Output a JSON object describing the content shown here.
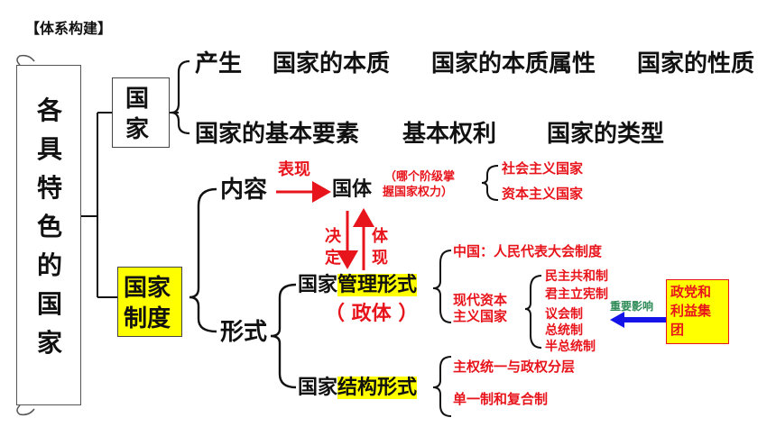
{
  "header": "【体系构建】",
  "scroll_chars": [
    "各",
    "具",
    "特",
    "色",
    "的",
    "国",
    "家"
  ],
  "guojia": {
    "box_chars": [
      "国",
      "家"
    ],
    "row1": [
      "产生",
      "国家的本质",
      "国家的本质属性",
      "国家的性质"
    ],
    "row2": [
      "国家的基本要素",
      "基本权利",
      "国家的类型"
    ]
  },
  "zhidu": {
    "box_lines": [
      "国家",
      "制度"
    ],
    "neirong": "内容",
    "biaoxian": "表现",
    "guoti": "国体",
    "guoti_note": [
      "（哪个阶级掌",
      "握国家权力）"
    ],
    "guoti_types": [
      "社会主义国家",
      "资本主义国家"
    ],
    "jueding": [
      "决",
      "定"
    ],
    "tixian": [
      "体",
      "现"
    ],
    "xingshi": "形式",
    "guanli_prefix": "国家",
    "guanli_hl": "管理形式",
    "zhengti": "（ 政体 ）",
    "china": "中国：人民代表大会制度",
    "modern": [
      "现代资本",
      "主义国家"
    ],
    "capitalist_forms": [
      "民主共和制",
      "君主立宪制",
      "议会制",
      "总统制",
      "半总统制"
    ],
    "influence_label": "重要影响",
    "party_box": [
      "政党和",
      "利益集",
      "团"
    ],
    "jiegou_prefix": "国家",
    "jiegou_hl": "结构形式",
    "structure_types": [
      "主权统一与政权分层",
      "单一制和复合制"
    ]
  },
  "colors": {
    "red": "#e8141b",
    "highlight": "#ffff00",
    "blue": "#1414e8",
    "green": "#2e8b57",
    "black": "#111111"
  }
}
